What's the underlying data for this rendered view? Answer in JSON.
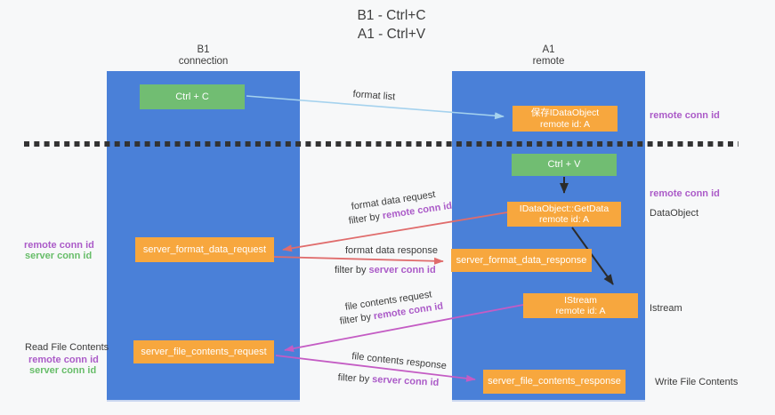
{
  "title": {
    "line1": "B1 - Ctrl+C",
    "line2": "A1 - Ctrl+V"
  },
  "columns": {
    "left": {
      "name": "B1",
      "subtitle": "connection"
    },
    "right": {
      "name": "A1",
      "subtitle": "remote"
    }
  },
  "boxes": {
    "ctrl_c": {
      "label": "Ctrl + C"
    },
    "save_idataobject": {
      "title": "保存IDataObject",
      "subtitle": "remote id: A"
    },
    "ctrl_v": {
      "label": "Ctrl + V"
    },
    "idataobject_getdata": {
      "title": "IDataObject::GetData",
      "subtitle": "remote id: A"
    },
    "server_format_data_request": {
      "label": "server_format_data_request"
    },
    "server_format_data_response": {
      "label": "server_format_data_response"
    },
    "istream": {
      "title": "IStream",
      "subtitle": "remote id: A"
    },
    "server_file_contents_request": {
      "label": "server_file_contents_request"
    },
    "server_file_contents_response": {
      "label": "server_file_contents_response"
    }
  },
  "annotations": {
    "remote_conn_id": "remote conn id",
    "server_conn_id": "server conn id",
    "dataobject": "DataObject",
    "istream": "Istream",
    "read_file_contents": "Read File Contents",
    "write_file_contents": "Write File Contents"
  },
  "edges": {
    "format_list": "format list",
    "format_data_request": "format data request",
    "format_data_response": "format data response",
    "file_contents_request": "file contents request",
    "file_contents_response": "file contents response",
    "filter_by": "filter by "
  },
  "colors": {
    "column_blue": "#4a80d8",
    "box_orange": "#f7a73e",
    "box_green": "#71bd72",
    "arrow_salmon": "#e06c6c",
    "arrow_magenta": "#c45cc4",
    "arrow_lightblue": "#a5d2ee",
    "arrow_black": "#2b2b2b",
    "text_purple": "#ab5bc8",
    "text_green": "#67bd69"
  }
}
